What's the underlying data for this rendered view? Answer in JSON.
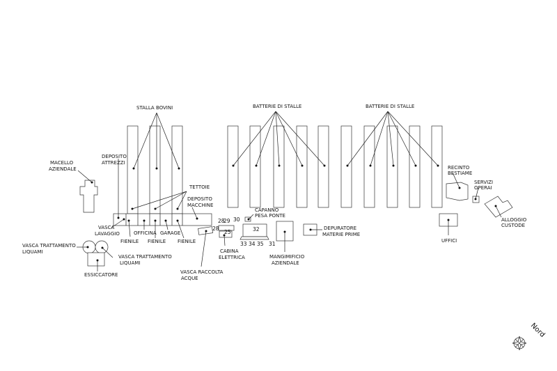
{
  "labels": {
    "stalla_bovini": "STALLA BOVINI",
    "batterie_1": "BATTERIE DI STALLE",
    "batterie_2": "BATTERIE DI STALLE",
    "macello_1": "MACELLO",
    "macello_2": "AZIENDALE",
    "deposito_attrezzi_1": "DEPOSITO",
    "deposito_attrezzi_2": "ATTREZZI",
    "tettoie": "TETTOIE",
    "deposito_macchine_1": "DEPOSITO",
    "deposito_macchine_2": "MACCHINE",
    "vasca_lavaggio_1": "VASCA",
    "vasca_lavaggio_2": "LAVAGGIO",
    "fienile_1": "FIENILE",
    "officina": "OFFICINA",
    "fienile_2": "FIENILE",
    "garage": "GARAGE",
    "fienile_3": "FIENILE",
    "vasca_liquami_a_1": "VASCA TRATTAMENTO",
    "vasca_liquami_a_2": "LIQUAMI",
    "vasca_liquami_b_1": "VASCA TRATTAMENTO",
    "vasca_liquami_b_2": "LIQUAMI",
    "essiccatore": "ESSICCATORE",
    "vasca_raccolta_1": "VASCA RACCOLTA",
    "vasca_raccolta_2": "ACQUE",
    "cabina_1": "CABINA",
    "cabina_2": "ELETTRICA",
    "capanno_1": "CAPANNO",
    "capanno_2": "PESA PONTE",
    "mangimificio_1": "MANGIMIFICIO",
    "mangimificio_2": "AZIENDALE",
    "depuratore_1": "DEPURATORE",
    "depuratore_2": "MATERIE PRIME",
    "recinto_1": "RECINTO",
    "recinto_2": "BESTIAME",
    "servizi_1": "SERVIZI",
    "servizi_2": "OPERAI",
    "alloggio_1": "ALLOGGIO",
    "alloggio_2": "CUSTODE",
    "uffici": "UFFICI",
    "nord": "Nord"
  },
  "numbers": {
    "n28a": "28",
    "n29": "29",
    "n30": "30",
    "n28b": "28",
    "n25": "25",
    "n32": "32",
    "n33": "33",
    "n34": "34",
    "n35": "35",
    "n31": "31"
  }
}
